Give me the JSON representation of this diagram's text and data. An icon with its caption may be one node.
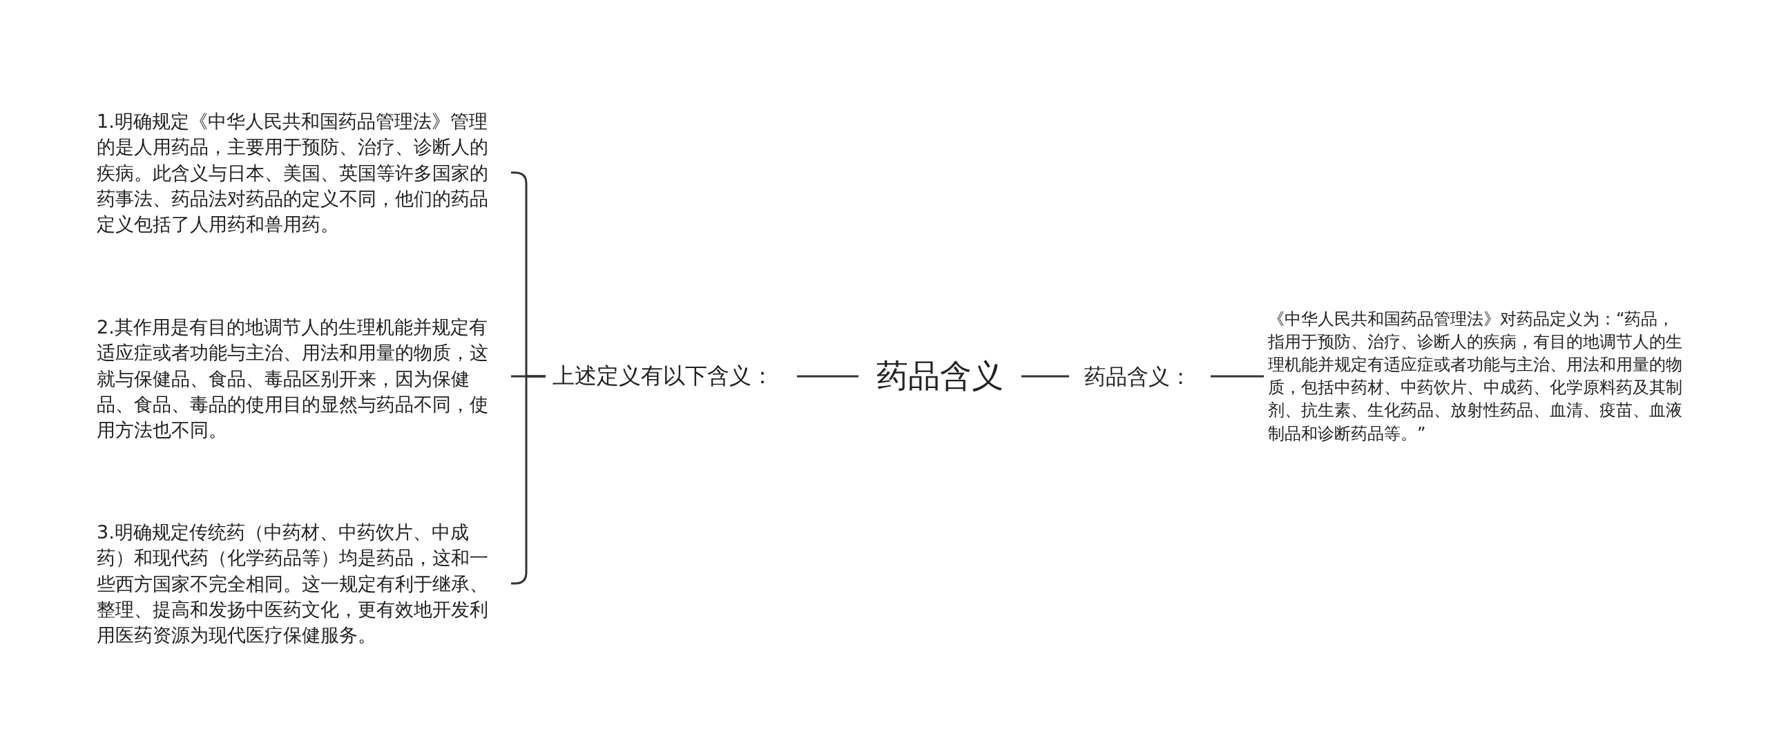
{
  "diagram": {
    "nodes": [
      {
        "text": [
          "药品含义"
        ]
      },
      {
        "text": [
          "上述定义有以下含义："
        ]
      },
      {
        "text": [
          "1.明确规定《中华人民共和国药品管理法》管理的是人用药品，主要用于预防、治疗、诊断人的疾病。此含义与日本、美国、英国等许多国家的药事法、药品法对药品的定义不同，他们的药品定义包括了人用药和兽用药。"
        ]
      },
      {
        "text": [
          "2.其作用是有目的地调节人的生理机能并规定有适应症或者功能与主治、用法和用量的物质，这就与保健品、食品、毒品区别开来，因为保健品、食品、毒品的使用目的显然与药品不同，使用方法也不同。"
        ]
      },
      {
        "text": [
          "3.明确规定传统药（中药材、中药饮片、中成药）和现代药（化学药品等）均是药品，这和一些西方国家不完全相同。这一规定有利于继承、整理、提高和发扬中医药文化，更有效地开发利用医药资源为现代医疗保健服务。"
        ]
      },
      {
        "text": [
          "药品含义："
        ]
      },
      {
        "text": [
          "《中华人民共和国药品管理法》对药品定义为：“药品，指用于预防、治疗、诊断人的疾病，有目的地调节人的生理机能并规定有适应症或者功能与主治、用法和用量的物质，包括中药材、中药饮片、中成药、化学原料药及其制剂、抗生素、生化药品、放射性药品、血清、疫苗、血液制品和诊断药品等。”"
        ]
      }
    ],
    "edges": [
      {
        "from": 0,
        "to": 1,
        "arrow": "none"
      },
      {
        "from": 0,
        "to": 5,
        "arrow": "none"
      },
      {
        "from": 1,
        "to": 2,
        "arrow": "none"
      },
      {
        "from": 1,
        "to": 3,
        "arrow": "none"
      },
      {
        "from": 1,
        "to": 4,
        "arrow": "none"
      },
      {
        "from": 5,
        "to": 6,
        "arrow": "none"
      }
    ]
  }
}
